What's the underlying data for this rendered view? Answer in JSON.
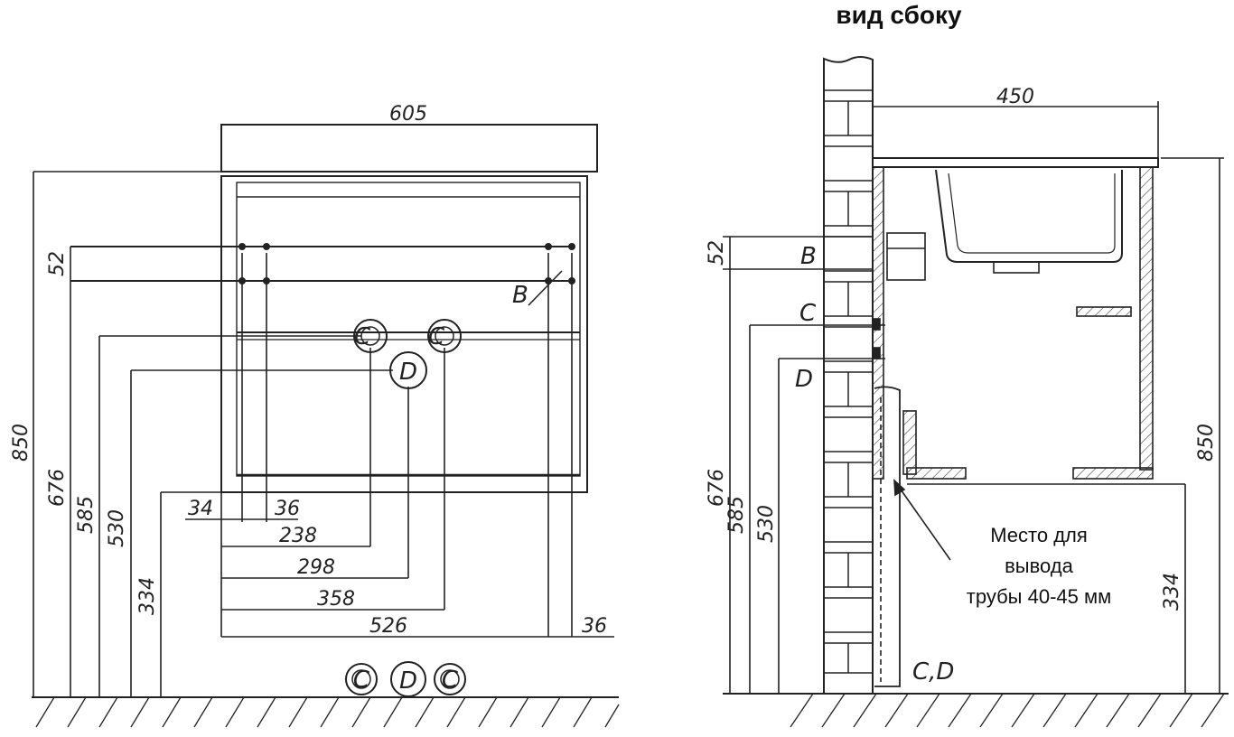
{
  "side_view": {
    "title": "вид сбоку",
    "width_dim": "450",
    "height_dim": "850",
    "left_dims": [
      "676",
      "585",
      "530"
    ],
    "right_dim": "334",
    "marks": {
      "b": "B",
      "c": "C",
      "d": "D",
      "cd": "C,D"
    },
    "note_lines": [
      "Место для",
      "вывода",
      "трубы 40-45 мм"
    ]
  },
  "front_view": {
    "width_dim": "605",
    "height_dims": [
      "850",
      "676",
      "585",
      "530",
      "334"
    ],
    "b_dim": "52",
    "mark_b": "B",
    "mark_c": "C",
    "mark_d": "D",
    "bottom_dims": [
      "34",
      "36",
      "238",
      "298",
      "358",
      "526",
      "36"
    ]
  }
}
